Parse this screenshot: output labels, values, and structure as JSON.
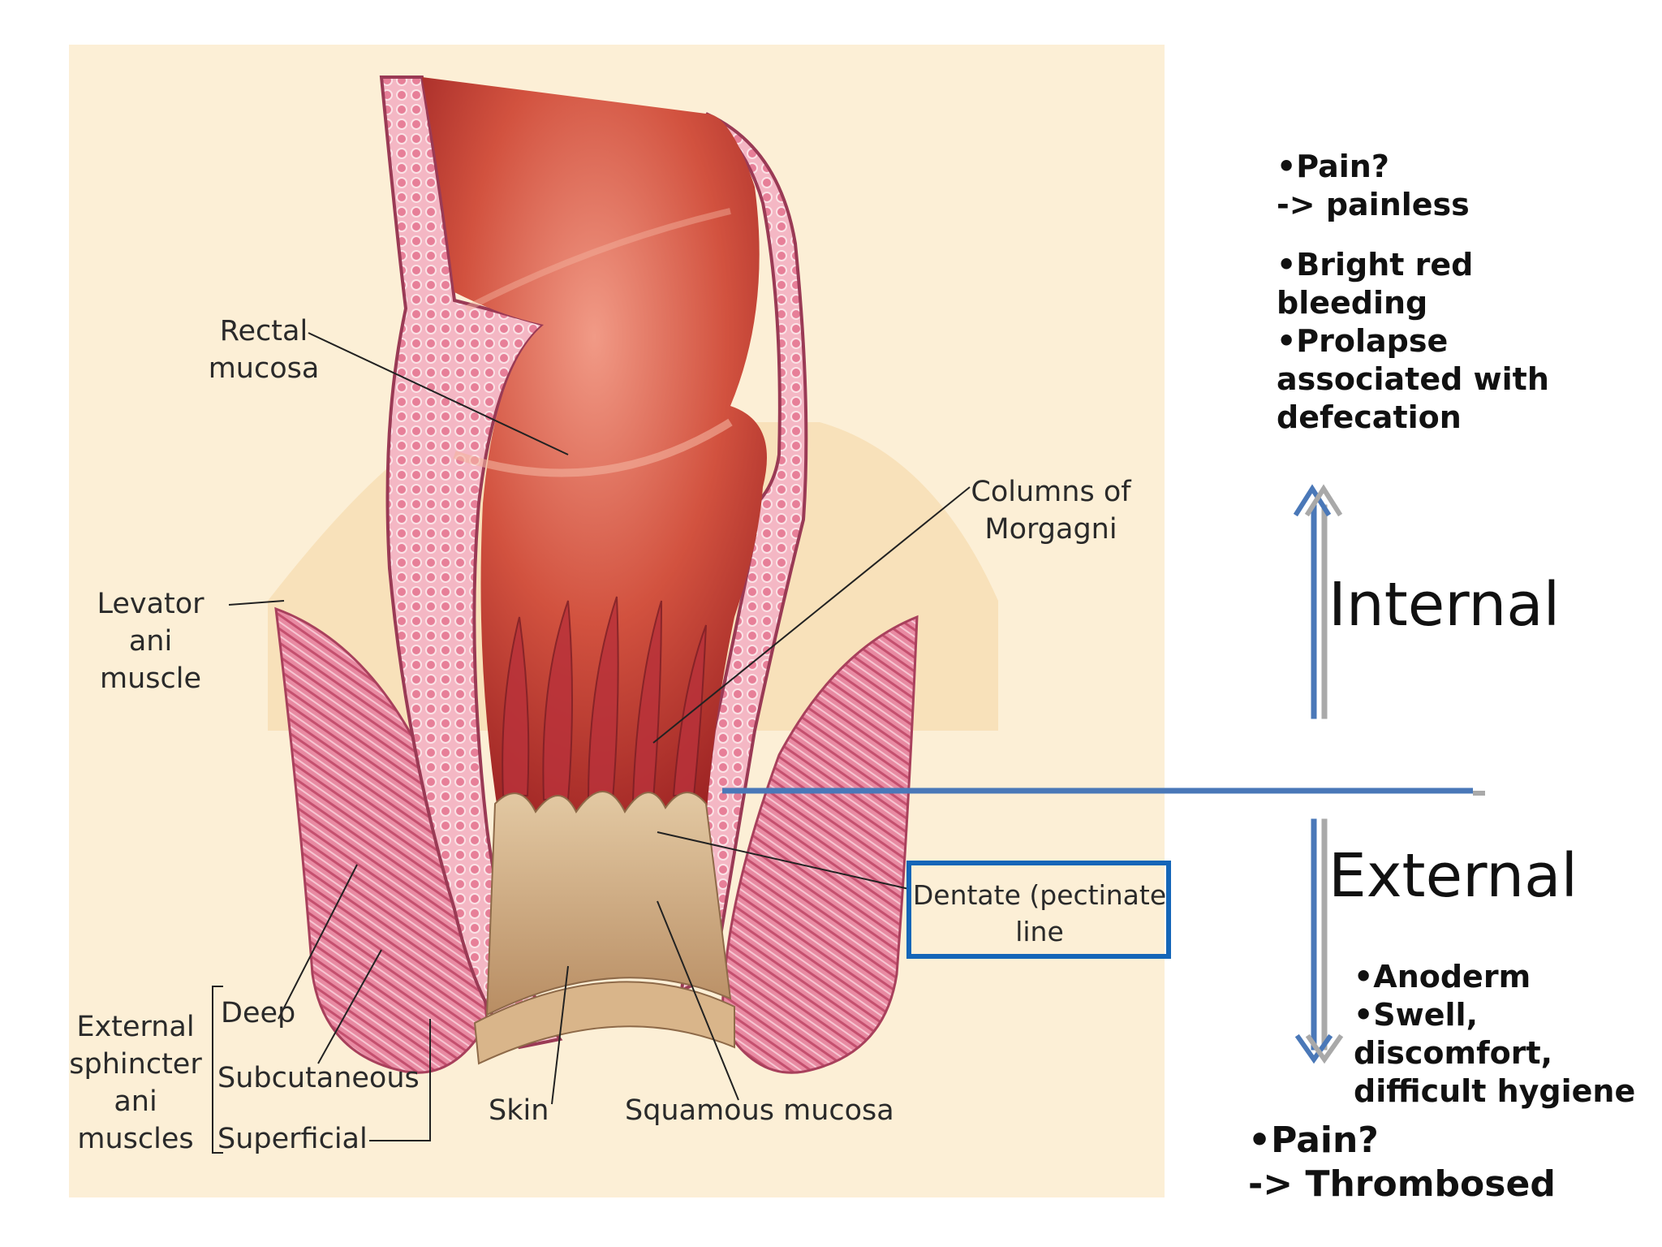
{
  "diagram": {
    "labels": {
      "rectal_mucosa": "Rectal\nmucosa",
      "columns_of_morgagni": "Columns of\nMorgagni",
      "levator_ani": "Levator ani\nmuscle",
      "dentate_line": "Dentate (pectinate\nline",
      "external_sphincter": "External\nsphincter\nani\nmuscles",
      "deep": "Deep",
      "subcutaneous": "Subcutaneous",
      "superficial": "Superficial",
      "skin": "Skin",
      "squamous_mucosa": "Squamous mucosa"
    }
  },
  "annotations": {
    "internal": {
      "heading": "Internal",
      "pain": "•Pain?\n-> painless",
      "symptoms": "•Bright red\nbleeding\n•Prolapse\nassociated with\ndefecation"
    },
    "external": {
      "heading": "External",
      "symptoms": "•Anoderm\n•Swell,\ndiscomfort,\ndifficult hygiene",
      "pain": "•Pain?\n-> Thrombosed"
    }
  },
  "colors": {
    "background": "#fcefd6",
    "lumen": "#c43a32",
    "mucosa_pink": "#e2879c",
    "anoderm": "#caa27a",
    "arrow_blue": "#4a78b8",
    "arrow_gray": "#a9a9a9",
    "box_blue": "#1466b8"
  }
}
